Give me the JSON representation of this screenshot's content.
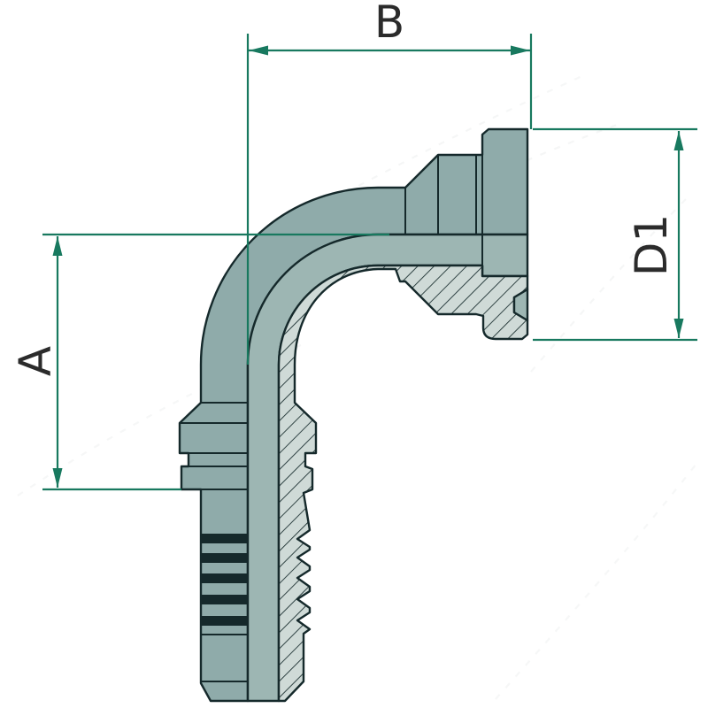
{
  "diagram": {
    "labels": {
      "a": "A",
      "b": "B",
      "d1": "D1"
    },
    "colors": {
      "dimension": "#18795f",
      "label_text": "#2b2b2b",
      "body": "#8fabaa",
      "bore": "#9db6b3",
      "hatch_bg": "#cfdad7",
      "outline": "#15292b",
      "background": "#ffffff"
    }
  }
}
